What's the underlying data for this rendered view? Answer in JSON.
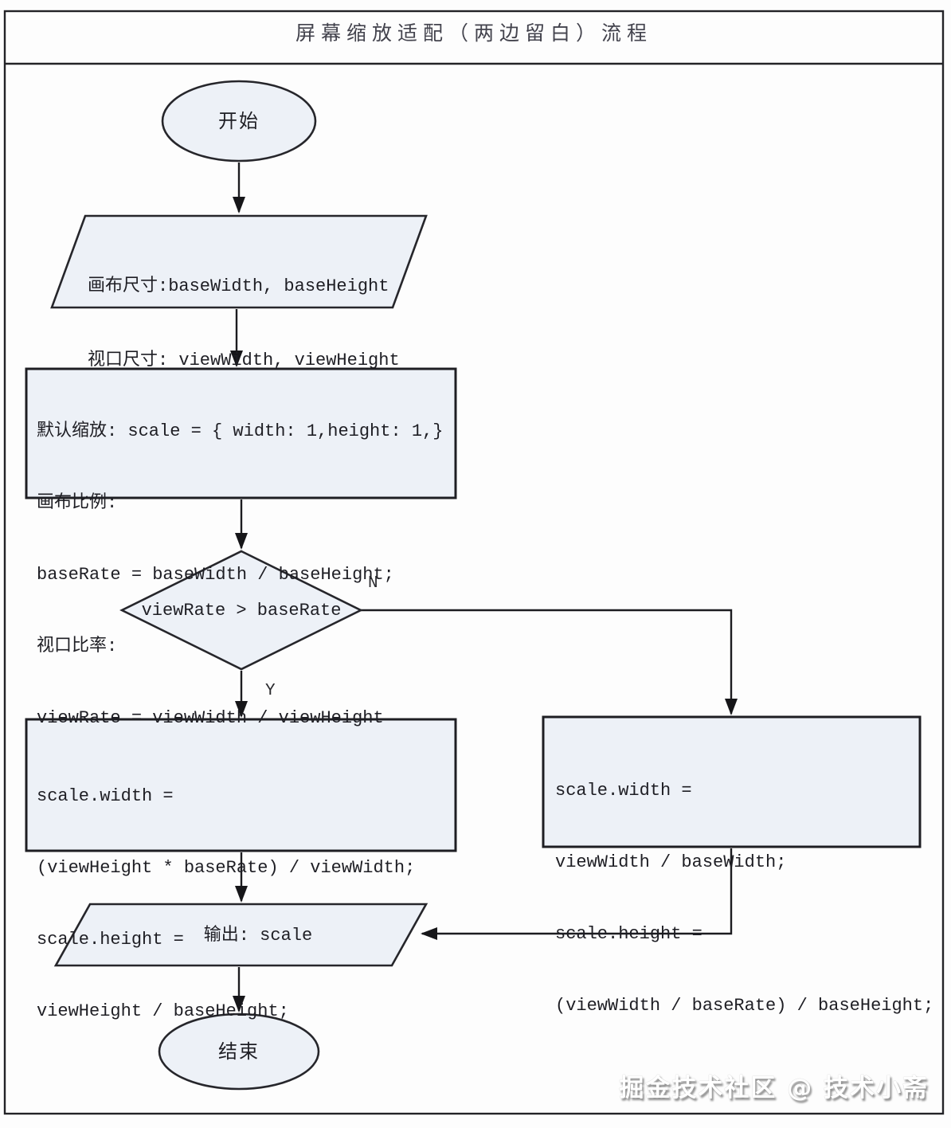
{
  "title": "屏幕缩放适配（两边留白）流程",
  "watermark": "掘金技术社区 @ 技术小斋",
  "nodes": {
    "start": {
      "label": "开始"
    },
    "input": {
      "line1": "画布尺寸:baseWidth, baseHeight",
      "line2": "视口尺寸: viewWidth, viewHeight"
    },
    "init": {
      "line1": "默认缩放: scale = { width: 1,height: 1,}",
      "line2": "画布比例:",
      "line3": "baseRate = baseWidth / baseHeight;",
      "line4": "视口比率:",
      "line5": "viewRate = viewWidth / viewHeight"
    },
    "decision": {
      "label": "viewRate > baseRate",
      "yes_label": "Y",
      "no_label": "N"
    },
    "branch_yes": {
      "line1": "scale.width =",
      "line2": "(viewHeight * baseRate) / viewWidth;",
      "line3": "scale.height =",
      "line4": "viewHeight / baseHeight;"
    },
    "branch_no": {
      "line1": "scale.width =",
      "line2": "viewWidth / baseWidth;",
      "line3": "scale.height =",
      "line4": "(viewWidth / baseRate) / baseHeight;"
    },
    "output": {
      "label": "输出: scale"
    },
    "end": {
      "label": "结束"
    }
  },
  "colors": {
    "shape_fill": "#edf1f7",
    "shape_stroke": "#26262b",
    "connector": "#1c1c20",
    "text": "#1e1e24",
    "title_text": "#43434d",
    "watermark_text": "#ffffff"
  }
}
